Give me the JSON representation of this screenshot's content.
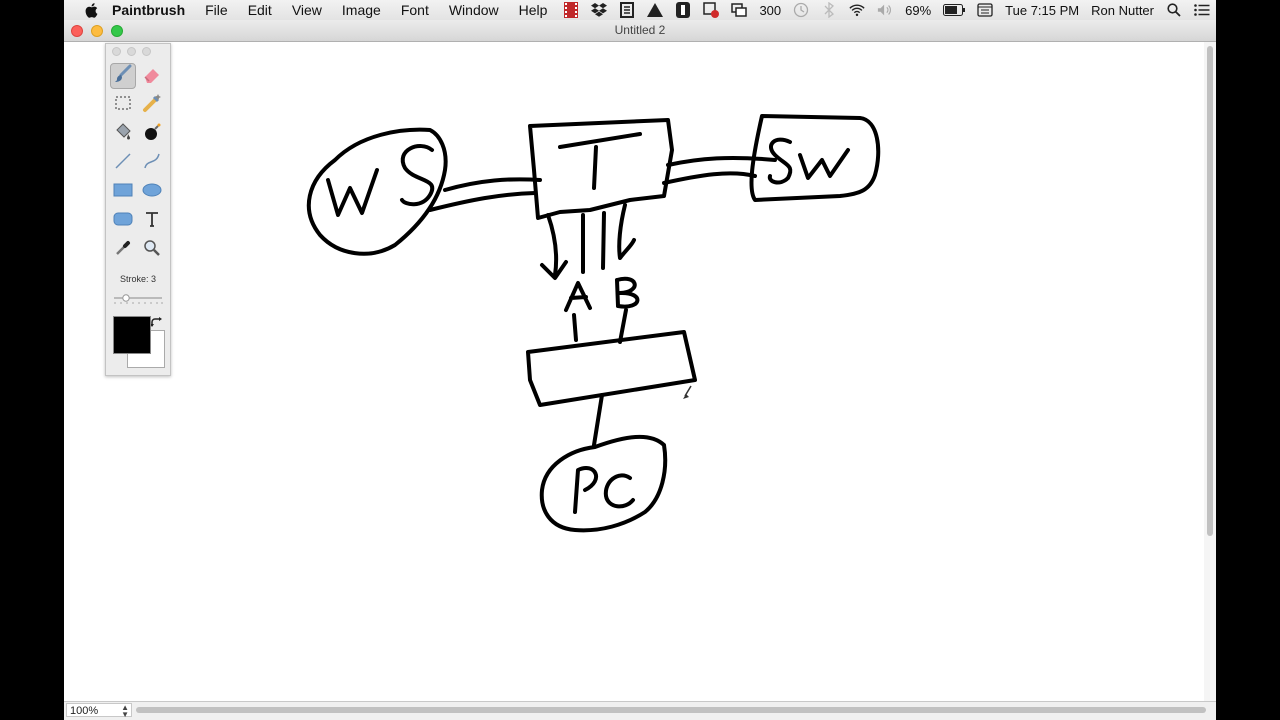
{
  "menubar": {
    "app_name": "Paintbrush",
    "menus": [
      "File",
      "Edit",
      "View",
      "Image",
      "Font",
      "Window",
      "Help"
    ],
    "status_number": "300",
    "battery_percent": "69%",
    "clock": "Tue 7:15 PM",
    "user_name": "Ron Nutter"
  },
  "window": {
    "title": "Untitled 2"
  },
  "palette": {
    "stroke_label": "Stroke: 3",
    "stroke_value": 3,
    "tools": [
      "brush-tool",
      "eraser-tool",
      "selection-tool",
      "wand-tool",
      "fill-tool",
      "bomb-tool",
      "line-tool",
      "curve-tool",
      "rectangle-tool",
      "ellipse-tool",
      "rounded-rect-tool",
      "text-tool",
      "eyedropper-tool",
      "zoom-tool"
    ],
    "selected_tool": "brush-tool",
    "foreground_color": "#000000",
    "background_color": "#ffffff"
  },
  "drawing": {
    "labels": [
      "WS",
      "T",
      "SW",
      "A",
      "B",
      "PC"
    ]
  },
  "statusbar": {
    "zoom": "100%"
  }
}
